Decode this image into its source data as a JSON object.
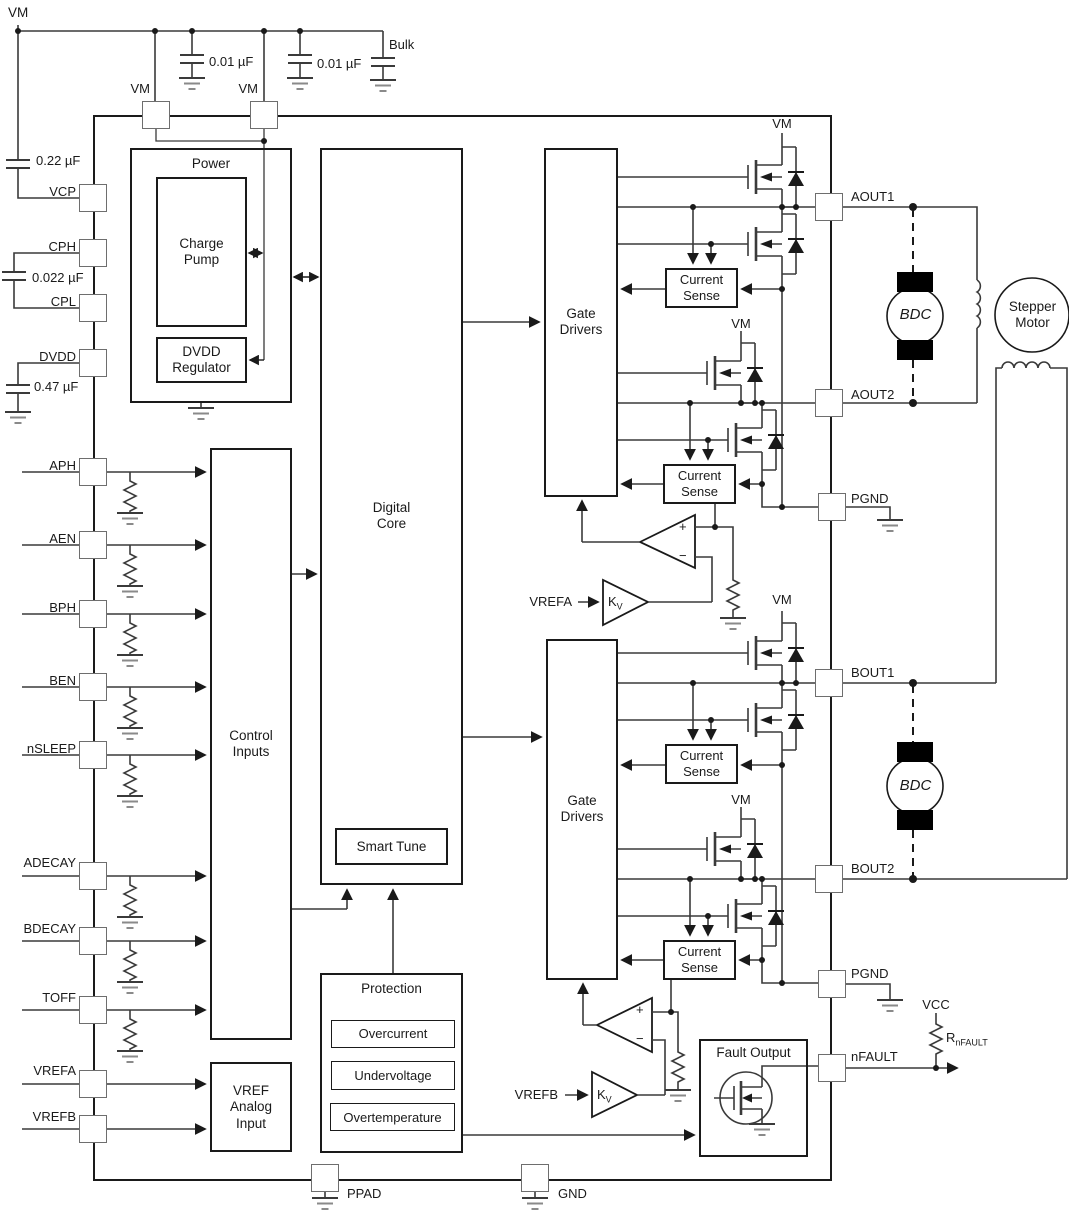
{
  "rails": {
    "vm": "VM",
    "bulk": "Bulk",
    "vcc": "VCC"
  },
  "capacitors": {
    "top1": "0.01 µF",
    "top2": "0.01 µF",
    "vcp": "0.22 µF",
    "chargepump": "0.022 µF",
    "dvdd": "0.47 µF"
  },
  "pins": {
    "top": [
      "VM",
      "VM"
    ],
    "left": [
      "VCP",
      "CPH",
      "CPL",
      "DVDD",
      "APH",
      "AEN",
      "BPH",
      "BEN",
      "nSLEEP",
      "ADECAY",
      "BDECAY",
      "TOFF",
      "VREFA",
      "VREFB"
    ],
    "right": [
      "AOUT1",
      "AOUT2",
      "PGND",
      "BOUT1",
      "BOUT2",
      "PGND",
      "nFAULT"
    ],
    "bottom": [
      "PPAD",
      "GND"
    ]
  },
  "blocks": {
    "power": "Power",
    "charge_pump": "Charge\nPump",
    "dvdd_regulator": "DVDD\nRegulator",
    "digital_core": "Digital\nCore",
    "smart_tune": "Smart Tune",
    "control_inputs": "Control\nInputs",
    "protection": "Protection",
    "overcurrent": "Overcurrent",
    "undervoltage": "Undervoltage",
    "overtemperature": "Overtemperature",
    "vref_analog_input": "VREF\nAnalog\nInput",
    "gate_drivers": "Gate\nDrivers",
    "current_sense": "Current\nSense",
    "fault_output": "Fault Output"
  },
  "amplifiers": {
    "gain_base": "K",
    "gain_sub": "V",
    "plus": "+",
    "minus": "−"
  },
  "references": {
    "vrefa": "VREFA",
    "vrefb": "VREFB"
  },
  "fault": {
    "resistor_base": "R",
    "resistor_sub": "nFAULT"
  },
  "motors": {
    "bdc": "BDC",
    "stepper": "Stepper\nMotor"
  }
}
